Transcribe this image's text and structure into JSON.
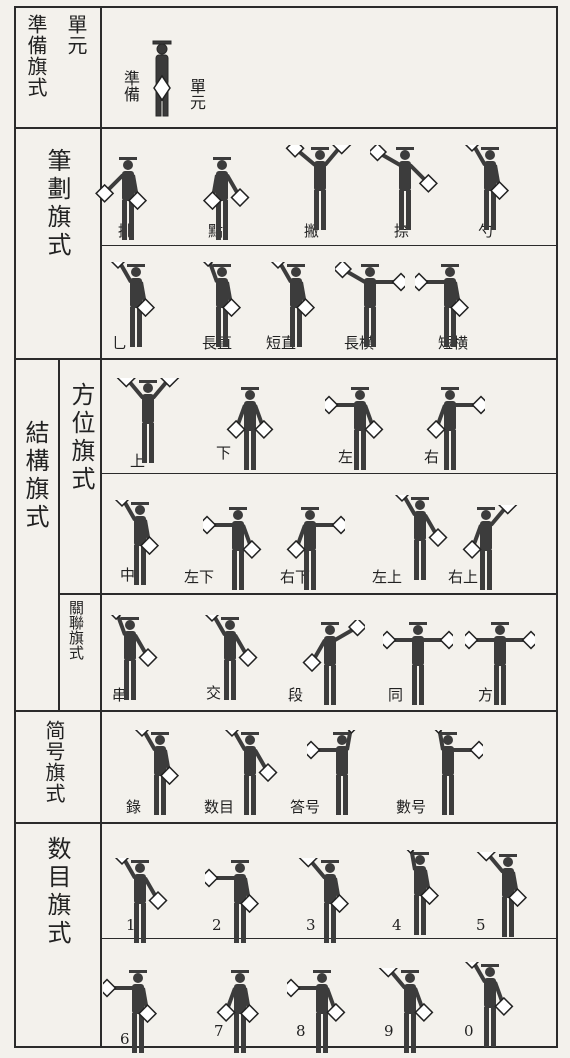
{
  "sections": {
    "ready": {
      "label_top": "單元",
      "label_bottom": "準備旗式",
      "captions": [
        "準備",
        "單元"
      ]
    },
    "stroke": {
      "label": "筆劃旗式",
      "row1": [
        "挑",
        "點",
        "撇",
        "捺",
        "勺"
      ],
      "row2": [
        "乚",
        "長直",
        "短直",
        "長横",
        "短横"
      ]
    },
    "structure": {
      "label": "結構旗式",
      "position": {
        "label": "方位旗式",
        "row1": [
          "上",
          "下",
          "左",
          "右"
        ],
        "row2": [
          "中",
          "左下",
          "右下",
          "左上",
          "右上"
        ]
      },
      "connect": {
        "label": "關聯旗式",
        "row": [
          "串",
          "交",
          "段",
          "同",
          "方"
        ]
      }
    },
    "simple": {
      "label": "简号旗式",
      "row": [
        "錄",
        "数目",
        "答号",
        "數号"
      ]
    },
    "number": {
      "label": "数目旗式",
      "row1": [
        "1",
        "2",
        "3",
        "4",
        "5"
      ],
      "row2": [
        "6",
        "7",
        "8",
        "9",
        "0"
      ]
    }
  }
}
